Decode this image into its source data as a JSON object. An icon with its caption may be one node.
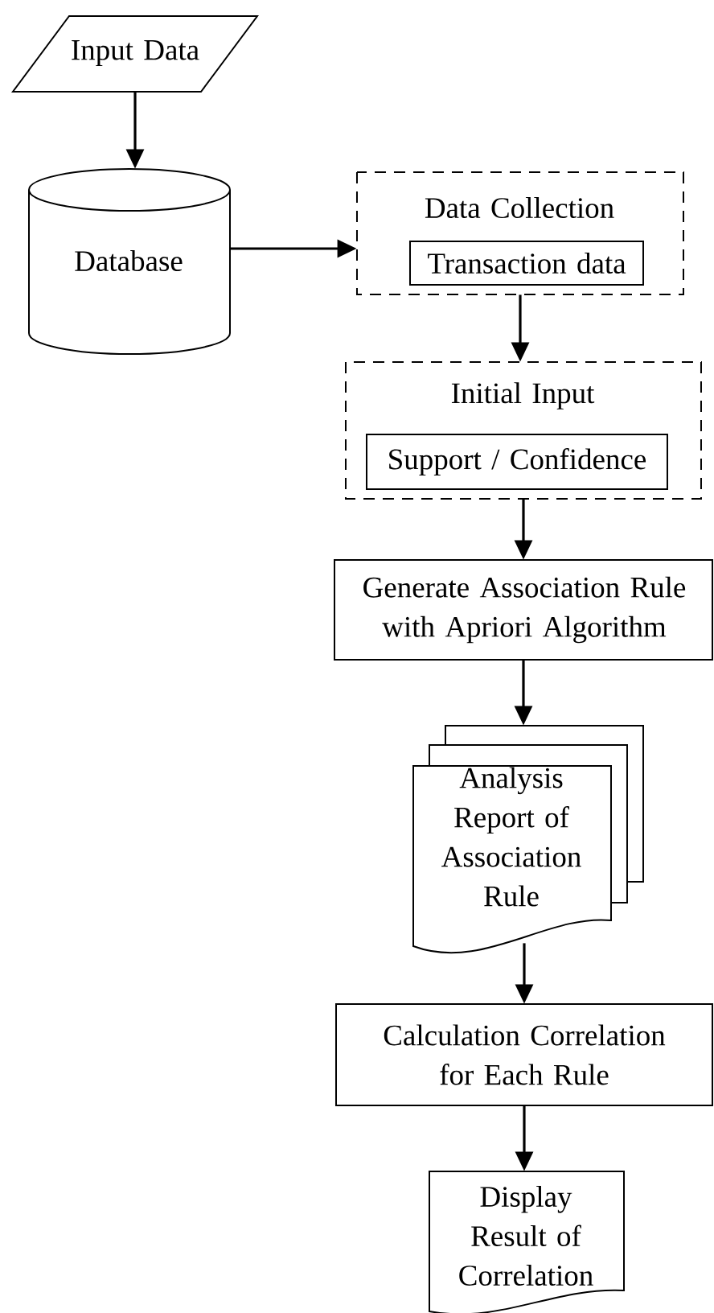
{
  "diagram": {
    "nodes": [
      {
        "text": [
          "Input Data"
        ]
      },
      {
        "text": [
          "Database"
        ]
      },
      {
        "text": [
          "Data Collection"
        ]
      },
      {
        "text": [
          "Transaction data"
        ],
        "in": 2
      },
      {
        "text": [
          "Initial Input"
        ]
      },
      {
        "text": [
          "Support / Confidence"
        ],
        "in": 4
      },
      {
        "text": [
          "Generate Association Rule with Apriori Algorithm"
        ]
      },
      {
        "text": [
          "Analysis Report of Association Rule"
        ]
      },
      {
        "text": [
          "Calculation Correlation for Each Rule"
        ]
      },
      {
        "text": [
          "Display Result of Correlation"
        ]
      }
    ],
    "edges": [
      {
        "from": 0,
        "to": 1,
        "arrow": "to"
      },
      {
        "from": 1,
        "to": 2,
        "arrow": "to"
      },
      {
        "from": 2,
        "to": 4,
        "arrow": "to"
      },
      {
        "from": 4,
        "to": 6,
        "arrow": "to"
      },
      {
        "from": 6,
        "to": 7,
        "arrow": "to"
      },
      {
        "from": 7,
        "to": 8,
        "arrow": "to"
      },
      {
        "from": 8,
        "to": 9,
        "arrow": "to"
      }
    ]
  }
}
